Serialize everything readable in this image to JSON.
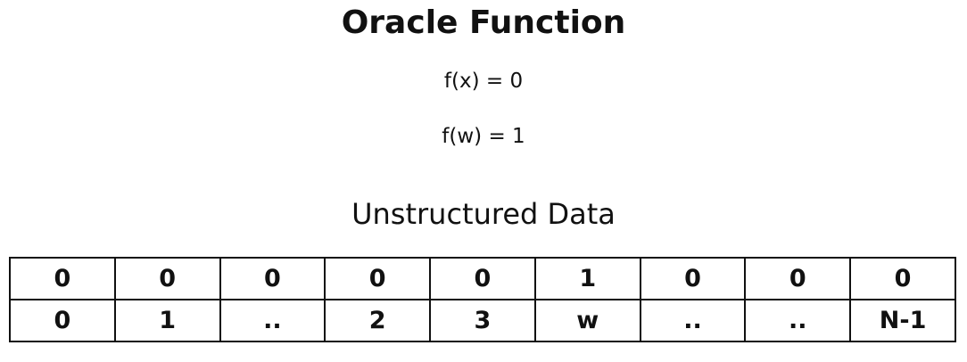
{
  "title": "Oracle Function",
  "formulas": [
    "f(x) = 0",
    "f(w) = 1"
  ],
  "subtitle": "Unstructured Data",
  "table": {
    "values": [
      "0",
      "0",
      "0",
      "0",
      "0",
      "1",
      "0",
      "0",
      "0"
    ],
    "indices": [
      "0",
      "1",
      "..",
      "2",
      "3",
      "w",
      "..",
      "..",
      "N-1"
    ]
  }
}
